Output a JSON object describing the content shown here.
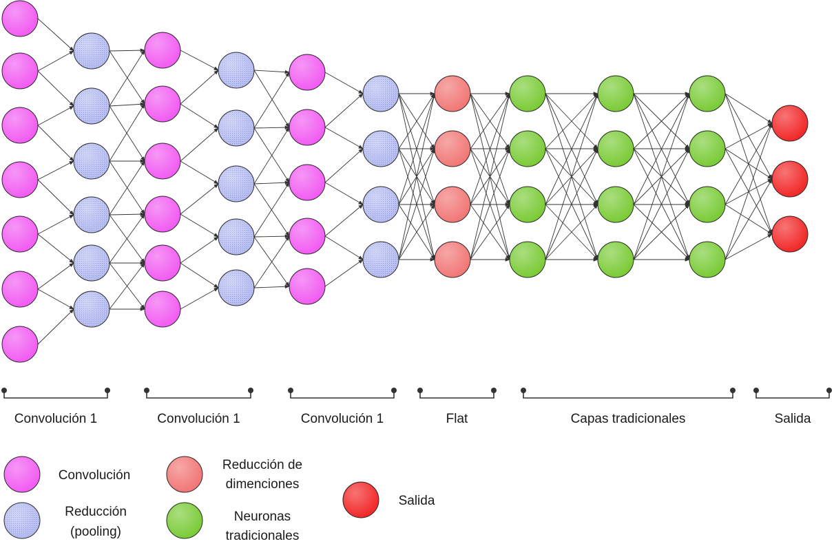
{
  "diagram": {
    "colors": {
      "conv": "#f25ef2",
      "pool": "#b8bff2",
      "flat": "#f27878",
      "dense": "#7ccc3a",
      "output": "#f22a2a"
    },
    "layers": [
      {
        "type": "conv",
        "count": 7
      },
      {
        "type": "pool",
        "count": 6
      },
      {
        "type": "conv",
        "count": 6
      },
      {
        "type": "pool",
        "count": 5
      },
      {
        "type": "conv",
        "count": 5
      },
      {
        "type": "pool",
        "count": 4
      },
      {
        "type": "flat",
        "count": 4
      },
      {
        "type": "dense",
        "count": 4
      },
      {
        "type": "dense",
        "count": 4
      },
      {
        "type": "dense",
        "count": 4
      },
      {
        "type": "output",
        "count": 3
      }
    ],
    "sections": [
      {
        "label": "Convolución 1"
      },
      {
        "label": "Convolución 1"
      },
      {
        "label": "Convolución 1"
      },
      {
        "label": "Flat"
      },
      {
        "label": "Capas tradicionales"
      },
      {
        "label": "Salida"
      }
    ],
    "legend": [
      {
        "type": "conv",
        "lines": [
          "Convolución"
        ]
      },
      {
        "type": "pool",
        "lines": [
          "Reducción",
          "(pooling)"
        ]
      },
      {
        "type": "flat",
        "lines": [
          "Reducción de",
          "dimenciones"
        ]
      },
      {
        "type": "dense",
        "lines": [
          "Neuronas",
          "tradicionales"
        ]
      },
      {
        "type": "output",
        "lines": [
          "Salida"
        ]
      }
    ]
  }
}
